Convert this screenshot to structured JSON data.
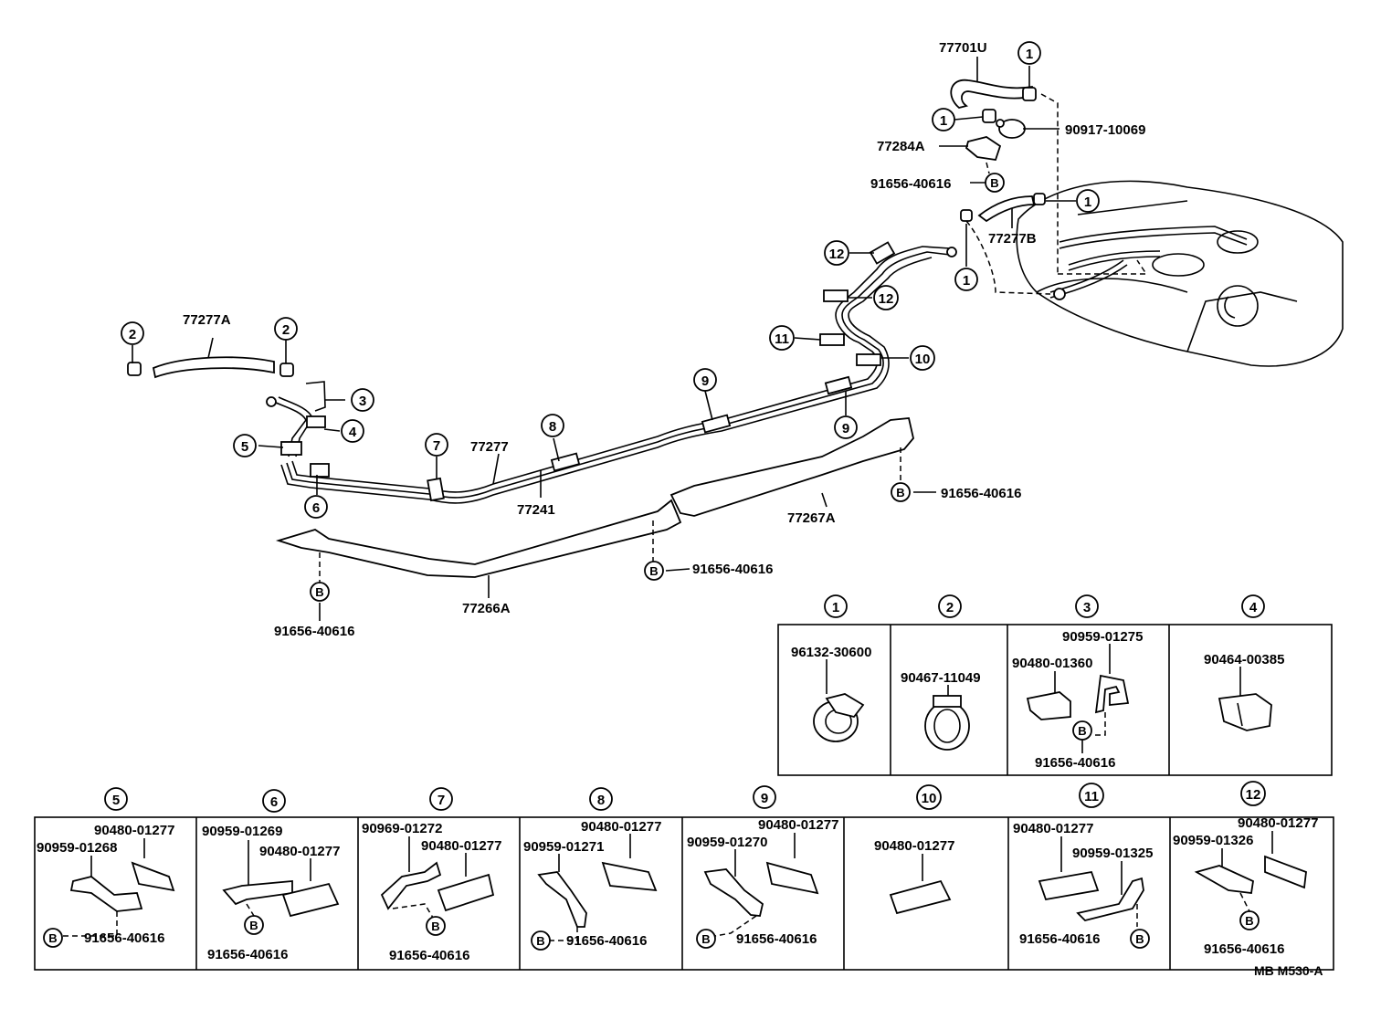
{
  "diagram_code": "MB M530-A",
  "main_labels": {
    "hose_top": "77701U",
    "valve": "90917-10069",
    "bracket_top": "77284A",
    "bolt_top": "91656-40616",
    "hose_mid": "77277B",
    "hose_left": "77277A",
    "tube_main": "77277",
    "tube_second": "77241",
    "protector_right": "77267A",
    "protector_left": "77266A",
    "bolt_right": "91656-40616",
    "bolt_mid": "91656-40616",
    "bolt_left": "91656-40616"
  },
  "callouts": {
    "c1": "1",
    "c2": "2",
    "c3": "3",
    "c4": "4",
    "c5": "5",
    "c6": "6",
    "c7": "7",
    "c8": "8",
    "c9": "9",
    "c10": "10",
    "c11": "11",
    "c12": "12",
    "b": "B"
  },
  "detail_boxes": [
    {
      "number": "1",
      "labels": [
        "96132-30600"
      ]
    },
    {
      "number": "2",
      "labels": [
        "90467-11049"
      ]
    },
    {
      "number": "3",
      "labels": [
        "90959-01275",
        "90480-01360",
        "91656-40616"
      ]
    },
    {
      "number": "4",
      "labels": [
        "90464-00385"
      ]
    },
    {
      "number": "5",
      "labels": [
        "90480-01277",
        "90959-01268",
        "91656-40616"
      ]
    },
    {
      "number": "6",
      "labels": [
        "90959-01269",
        "90480-01277",
        "91656-40616"
      ]
    },
    {
      "number": "7",
      "labels": [
        "90969-01272",
        "90480-01277",
        "91656-40616"
      ]
    },
    {
      "number": "8",
      "labels": [
        "90480-01277",
        "90959-01271",
        "91656-40616"
      ]
    },
    {
      "number": "9",
      "labels": [
        "90480-01277",
        "90959-01270",
        "91656-40616"
      ]
    },
    {
      "number": "10",
      "labels": [
        "90480-01277"
      ]
    },
    {
      "number": "11",
      "labels": [
        "90480-01277",
        "90959-01325",
        "91656-40616"
      ]
    },
    {
      "number": "12",
      "labels": [
        "90480-01277",
        "90959-01326",
        "91656-40616"
      ]
    }
  ]
}
